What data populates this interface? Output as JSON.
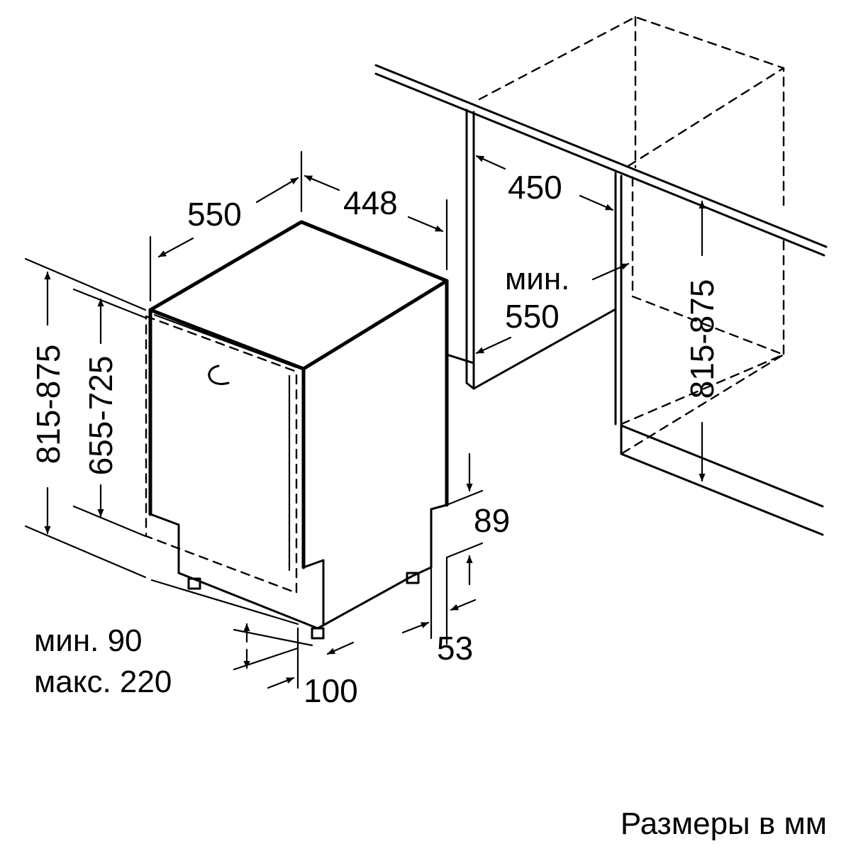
{
  "diagram": {
    "dims": {
      "depth": "550",
      "width": "448",
      "niche_width": "450",
      "niche_depth_prefix": "мин.",
      "niche_depth": "550",
      "niche_height": "815-875",
      "height": "815-875",
      "door_height": "655-725",
      "base_height": "89",
      "foot_offset": "53",
      "plinth_min": "мин. 90",
      "plinth_max": "макс. 220",
      "plinth_depth": "100"
    },
    "note": "Размеры в мм"
  }
}
